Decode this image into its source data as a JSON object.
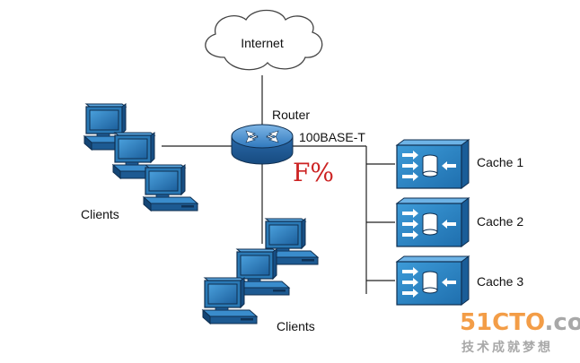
{
  "diagram": {
    "internet_label": "Internet",
    "router_label": "Router",
    "link_label": "100BASE-T",
    "annotation": "F%",
    "clients_left_label": "Clients",
    "clients_bottom_label": "Clients",
    "caches": [
      {
        "label": "Cache 1"
      },
      {
        "label": "Cache 2"
      },
      {
        "label": "Cache 3"
      }
    ],
    "colors": {
      "router": "#2b72b8",
      "cache": "#2a86c4",
      "monitor": "#2a79b5",
      "annotation": "#cc2222"
    }
  },
  "watermark": {
    "brand_prefix": "51CTO",
    "brand_suffix": ".com",
    "tagline": "技术成就梦想"
  }
}
